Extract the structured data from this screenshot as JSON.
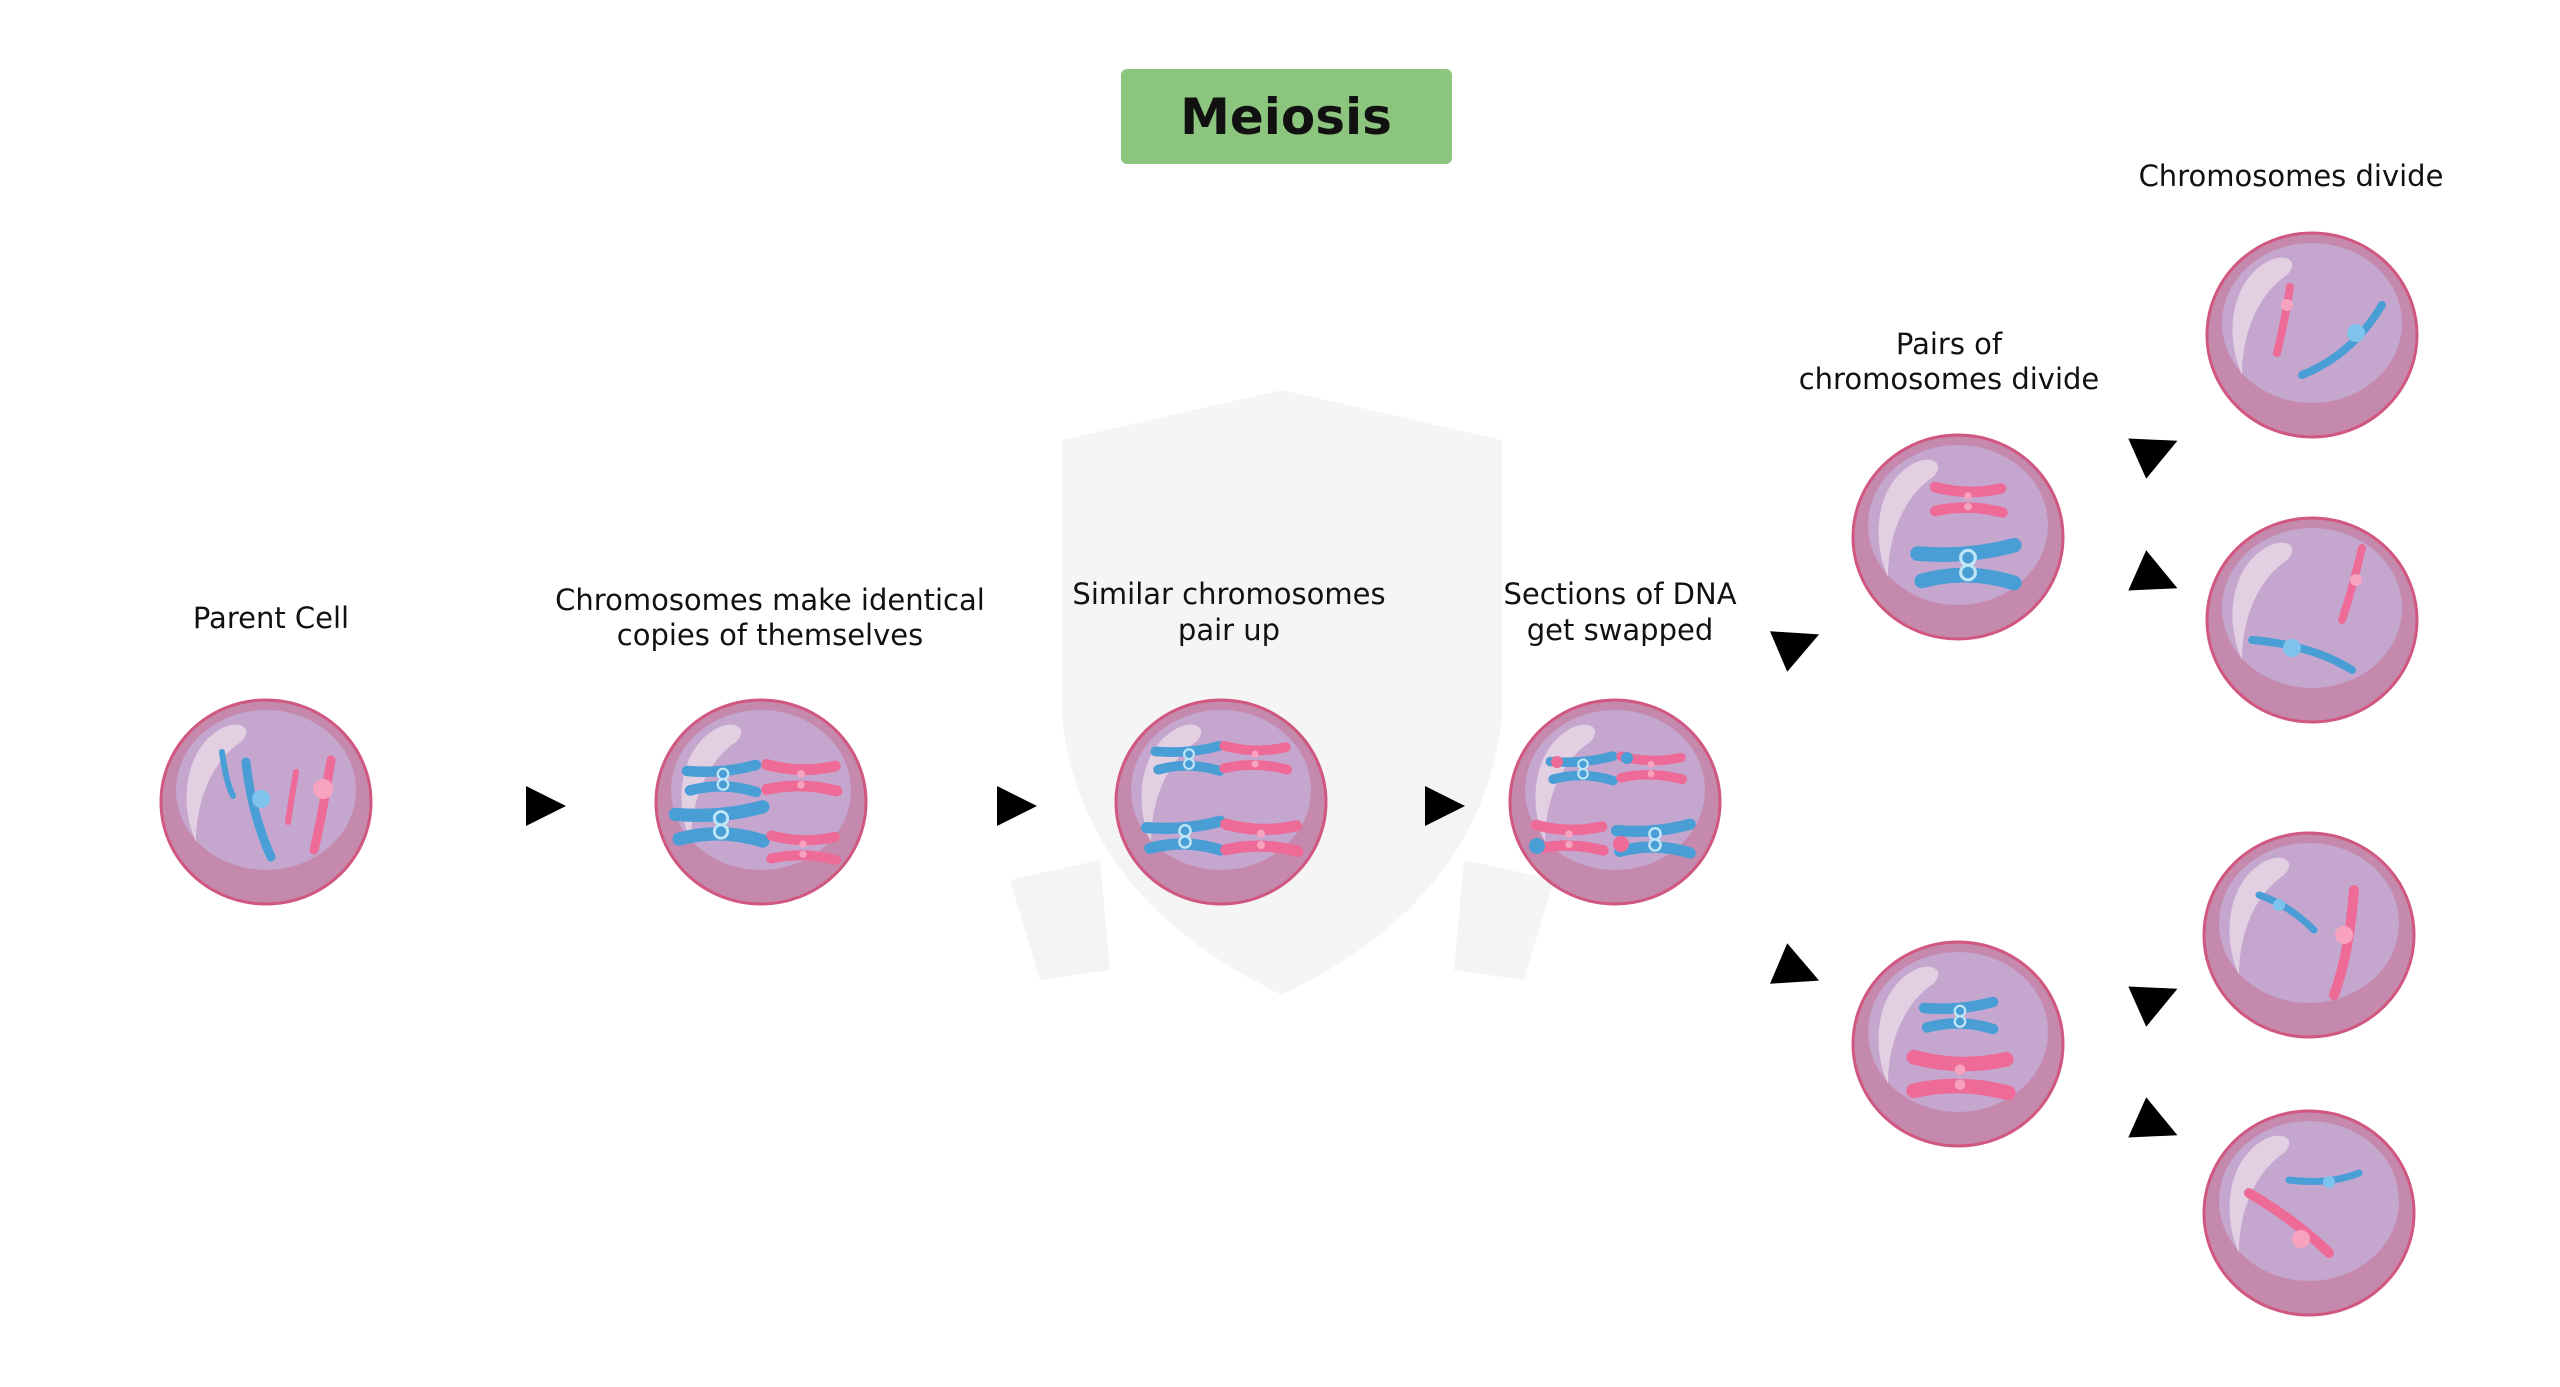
{
  "title": "Meiosis",
  "stages": [
    {
      "label_lines": [
        "Parent Cell"
      ]
    },
    {
      "label_lines": [
        "Chromosomes make identical",
        "copies of themselves"
      ]
    },
    {
      "label_lines": [
        "Similar chromosomes",
        "pair up"
      ]
    },
    {
      "label_lines": [
        "Sections of DNA",
        "get swapped"
      ]
    },
    {
      "label_lines": [
        "Pairs of",
        "chromosomes divide"
      ]
    },
    {
      "label_lines": [
        "Chromosomes divide"
      ]
    }
  ],
  "colors": {
    "title_bg": "#8cc67e",
    "arrow": "#8cc67e",
    "cell": "#c589ad",
    "cell_inner": "#c4a6cf",
    "chromosome_a": "#4a9ed6",
    "chromosome_b": "#ee6b97"
  }
}
